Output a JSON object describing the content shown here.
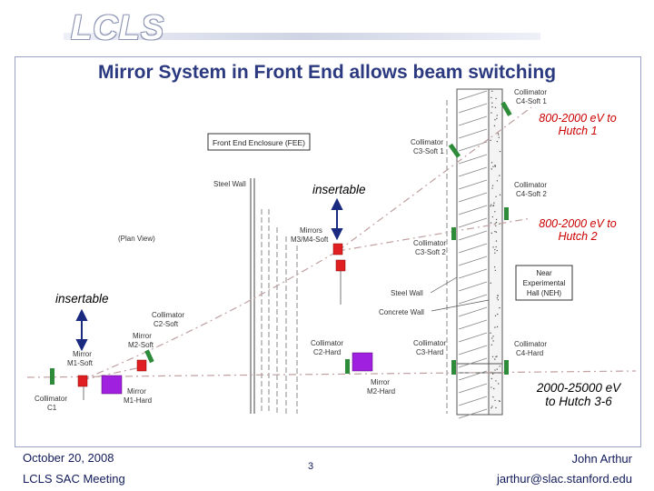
{
  "header": {
    "logo_text": "LCLS"
  },
  "title": "Mirror System in Front End allows beam switching",
  "diagram": {
    "fee_label": "Front End Enclosure (FEE)",
    "plan_view": "(Plan View)",
    "steel_wall_left": "Steel Wall",
    "steel_wall_right": "Steel Wall",
    "concrete_wall": "Concrete Wall",
    "neh_lines": [
      "Near",
      "Experimental",
      "Hall (NEH)"
    ],
    "collimator_c1": [
      "Collimator",
      "C1"
    ],
    "mirror_m1_soft": [
      "Mirror",
      "M1-Soft"
    ],
    "mirror_m1_hard": [
      "Mirror",
      "M1-Hard"
    ],
    "mirror_m2_soft": [
      "Mirror",
      "M2-Soft"
    ],
    "collimator_c2_soft": [
      "Collimator",
      "C2-Soft"
    ],
    "collimator_c2_hard": [
      "Collimator",
      "C2-Hard"
    ],
    "mirror_m2_hard": [
      "Mirror",
      "M2-Hard"
    ],
    "mirrors_m3_m4": [
      "Mirrors",
      "M3/M4-Soft"
    ],
    "collimator_c3_soft1": [
      "Collimator",
      "C3-Soft 1"
    ],
    "collimator_c3_soft2": [
      "Collimator",
      "C3-Soft 2"
    ],
    "collimator_c3_hard": [
      "Collimator",
      "C3-Hard"
    ],
    "collimator_c4_soft1": [
      "Collimator",
      "C4-Soft 1"
    ],
    "collimator_c4_soft2": [
      "Collimator",
      "C4-Soft 2"
    ],
    "collimator_c4_hard": [
      "Collimator",
      "C4-Hard"
    ]
  },
  "notes": {
    "hutch1": [
      "800-2000 eV to",
      "Hutch 1"
    ],
    "hutch2": [
      "800-2000 eV to",
      "Hutch 2"
    ],
    "hutch3": [
      "2000-25000 eV",
      "to Hutch 3-6"
    ],
    "insertable_top": "insertable",
    "insertable_left": "insertable"
  },
  "footer": {
    "date": "October 20, 2008",
    "meeting": "LCLS SAC Meeting",
    "page": "3",
    "author": "John Arthur",
    "email": "jarthur@slac.stanford.edu"
  },
  "colors": {
    "title": "#2b3a80",
    "note_red": "#cc0000",
    "beam": "#c0a0a0",
    "mirror_red": "#e02020",
    "mirror_purple": "#a020e0",
    "collimator_green": "#2e8b3a",
    "arrow": "#1a2a80"
  }
}
